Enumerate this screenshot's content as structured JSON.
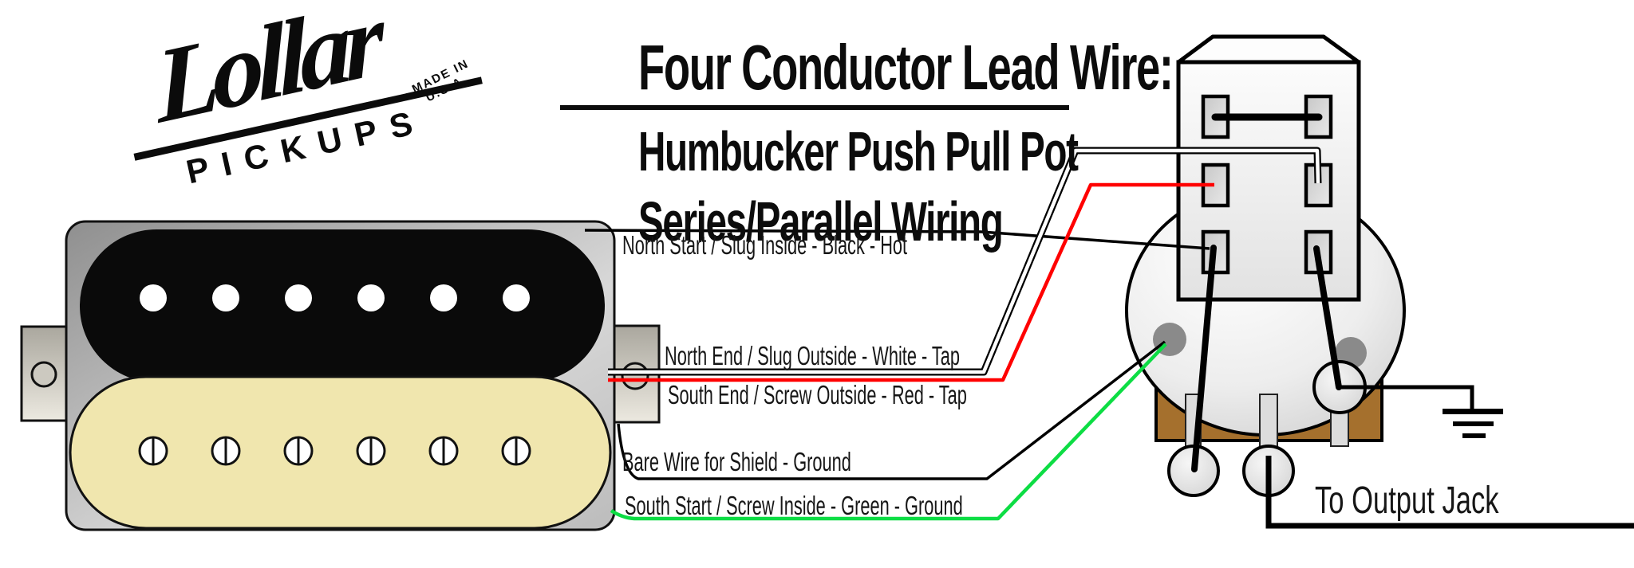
{
  "logo": {
    "brand": "Lollar",
    "registered": "®",
    "sub": "PICKUPS",
    "made_line1": "MADE IN",
    "made_line2": "U.S.A."
  },
  "title": {
    "line1": "Four Conductor Lead Wire:",
    "line2": "Humbucker Push Pull Pot",
    "line3": "Series/Parallel Wiring"
  },
  "wire_labels": {
    "hot": "North Start / Slug Inside - Black - Hot",
    "white_tap": "North End / Slug Outside - White - Tap",
    "red_tap": "South End / Screw Outside - Red - Tap",
    "bare_ground": "Bare Wire for Shield - Ground",
    "green_ground": "South Start / Screw Inside - Green - Ground"
  },
  "output_label": "To Output Jack",
  "colors": {
    "hot_wire": "#000000",
    "tap_white_wire": "#ffffff",
    "tap_red_wire": "#ff0000",
    "ground_green_wire": "#0ddd44",
    "pickup_cream_coil": "#f0e6ae",
    "pickup_black_coil": "#0a0a0a",
    "pot_base_brown": "#a5702d"
  }
}
